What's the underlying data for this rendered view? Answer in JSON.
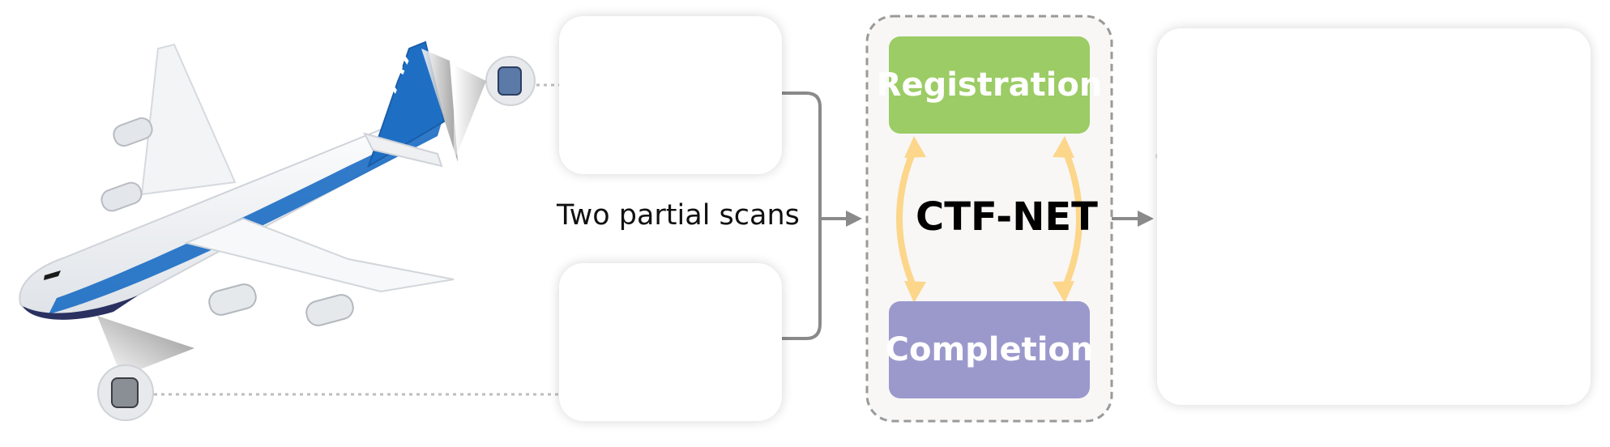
{
  "diagram": {
    "input_caption": "Two partial scans",
    "network_name": "CTF-NET",
    "top_module": "Registration",
    "bottom_module": "Completion",
    "tail_lettering": "747"
  },
  "colors": {
    "registration_fill": "#9CCC65",
    "completion_fill": "#9B99CC",
    "bidirectional_arrow": "#FCD68A",
    "connector": "#8A8A8A",
    "airplane_livery": "#1E6FC4",
    "point_light": "#E6E8EA",
    "point_blue": "#3D6AAE"
  },
  "icons": [
    "airplane-image",
    "depth-camera-icon",
    "point-cloud",
    "arrow-icon"
  ]
}
